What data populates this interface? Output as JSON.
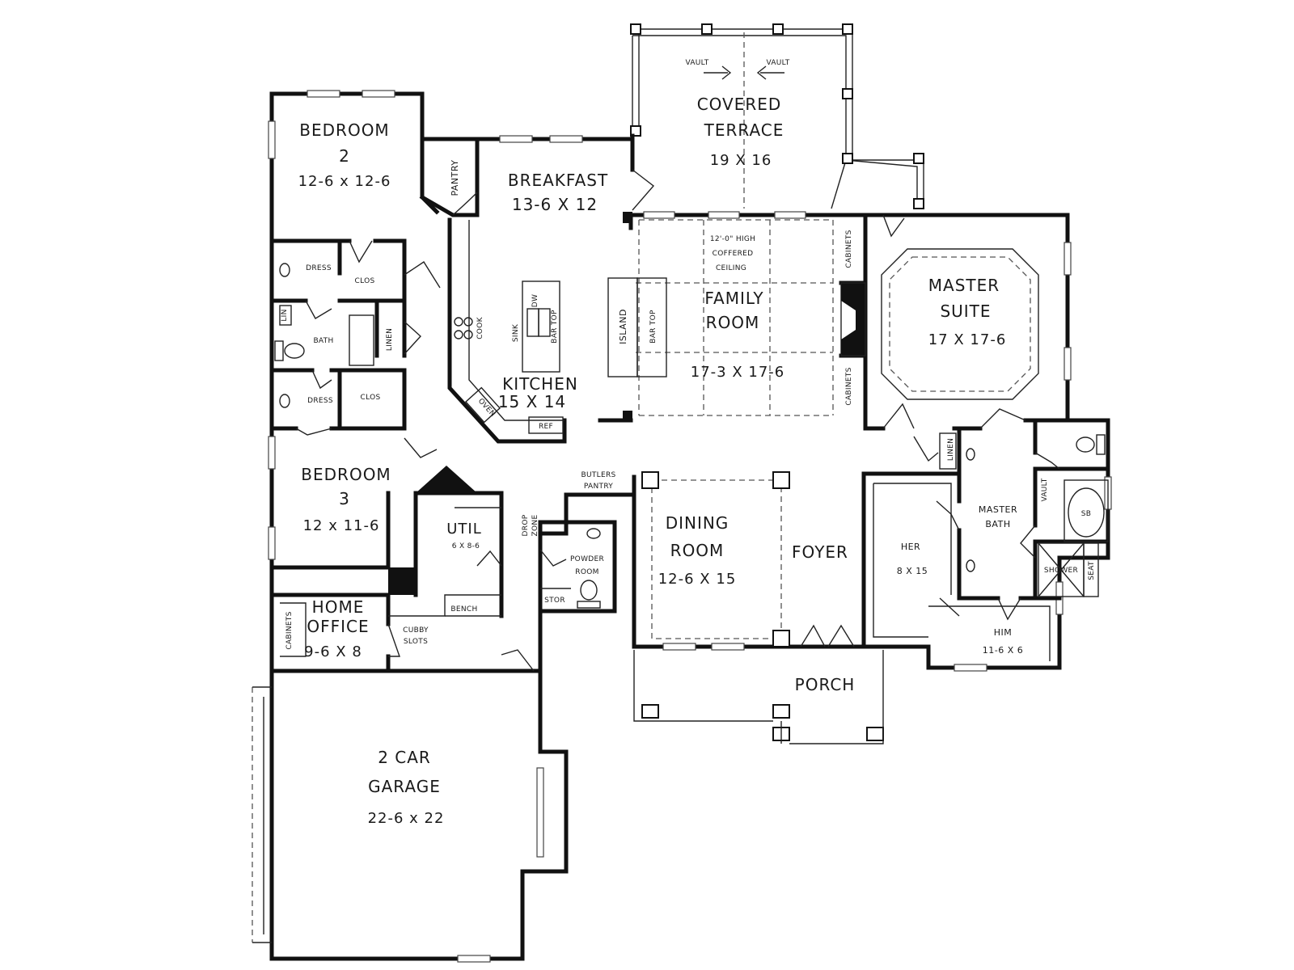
{
  "rooms": {
    "bedroom2": {
      "name": "BEDROOM",
      "num": "2",
      "dims": "12-6 x 12-6"
    },
    "breakfast": {
      "name": "BREAKFAST",
      "dims": "13-6 X 12"
    },
    "pantry": "PANTRY",
    "terrace": {
      "line1": "COVERED",
      "line2": "TERRACE",
      "dims": "19 X 16"
    },
    "vault_left": "VAULT",
    "vault_right": "VAULT",
    "coffered": {
      "line1": "12'-0\" HIGH",
      "line2": "COFFERED",
      "line3": "CEILING"
    },
    "family": {
      "line1": "FAMILY",
      "line2": "ROOM",
      "dims": "17-3 X 17-6"
    },
    "cabinets_upper": "CABINETS",
    "cabinets_lower": "CABINETS",
    "master_suite": {
      "line1": "MASTER",
      "line2": "SUITE",
      "dims": "17 X 17-6"
    },
    "kitchen": {
      "name": "KITCHEN",
      "dims": "15 X 14"
    },
    "island": "ISLAND",
    "bar_top_island": "BAR TOP",
    "bar_top_counter": "BAR TOP",
    "sink": "SINK",
    "dw": "DW",
    "cook": "COOK",
    "oven": "OVEN",
    "ref": "REF",
    "dress_upper": "DRESS",
    "clos_upper": "CLOS",
    "lin": "LIN",
    "bath": "BATH",
    "linen": "LINEN",
    "dress_lower": "DRESS",
    "clos_lower": "CLOS",
    "bedroom3": {
      "name": "BEDROOM",
      "num": "3",
      "dims": "12 x 11-6"
    },
    "butlers": {
      "line1": "BUTLERS",
      "line2": "PANTRY"
    },
    "util": {
      "name": "UTIL",
      "dims": "6 X 8-6"
    },
    "drop_zone": {
      "line1": "DROP",
      "line2": "ZONE"
    },
    "powder": {
      "line1": "POWDER",
      "line2": "ROOM"
    },
    "stor": "STOR",
    "dining": {
      "line1": "DINING",
      "line2": "ROOM",
      "dims": "12-6 X 15"
    },
    "foyer": "FOYER",
    "home_office": {
      "line1": "HOME",
      "line2": "OFFICE",
      "dims": "9-6 X 8"
    },
    "cabinets_office": "CABINETS",
    "cubby": {
      "line1": "CUBBY",
      "line2": "SLOTS"
    },
    "bench": "BENCH",
    "her": {
      "name": "HER",
      "dims": "8 X 15"
    },
    "him": {
      "name": "HIM",
      "dims": "11-6 X 6"
    },
    "master_bath": {
      "line1": "MASTER",
      "line2": "BATH"
    },
    "linen_master": "LINEN",
    "vault_bath": "VAULT",
    "sb": "SB",
    "shower": "SHOWER",
    "seat": "SEAT",
    "porch": "PORCH",
    "garage": {
      "line1": "2 CAR",
      "line2": "GARAGE",
      "dims": "22-6 x 22"
    }
  }
}
